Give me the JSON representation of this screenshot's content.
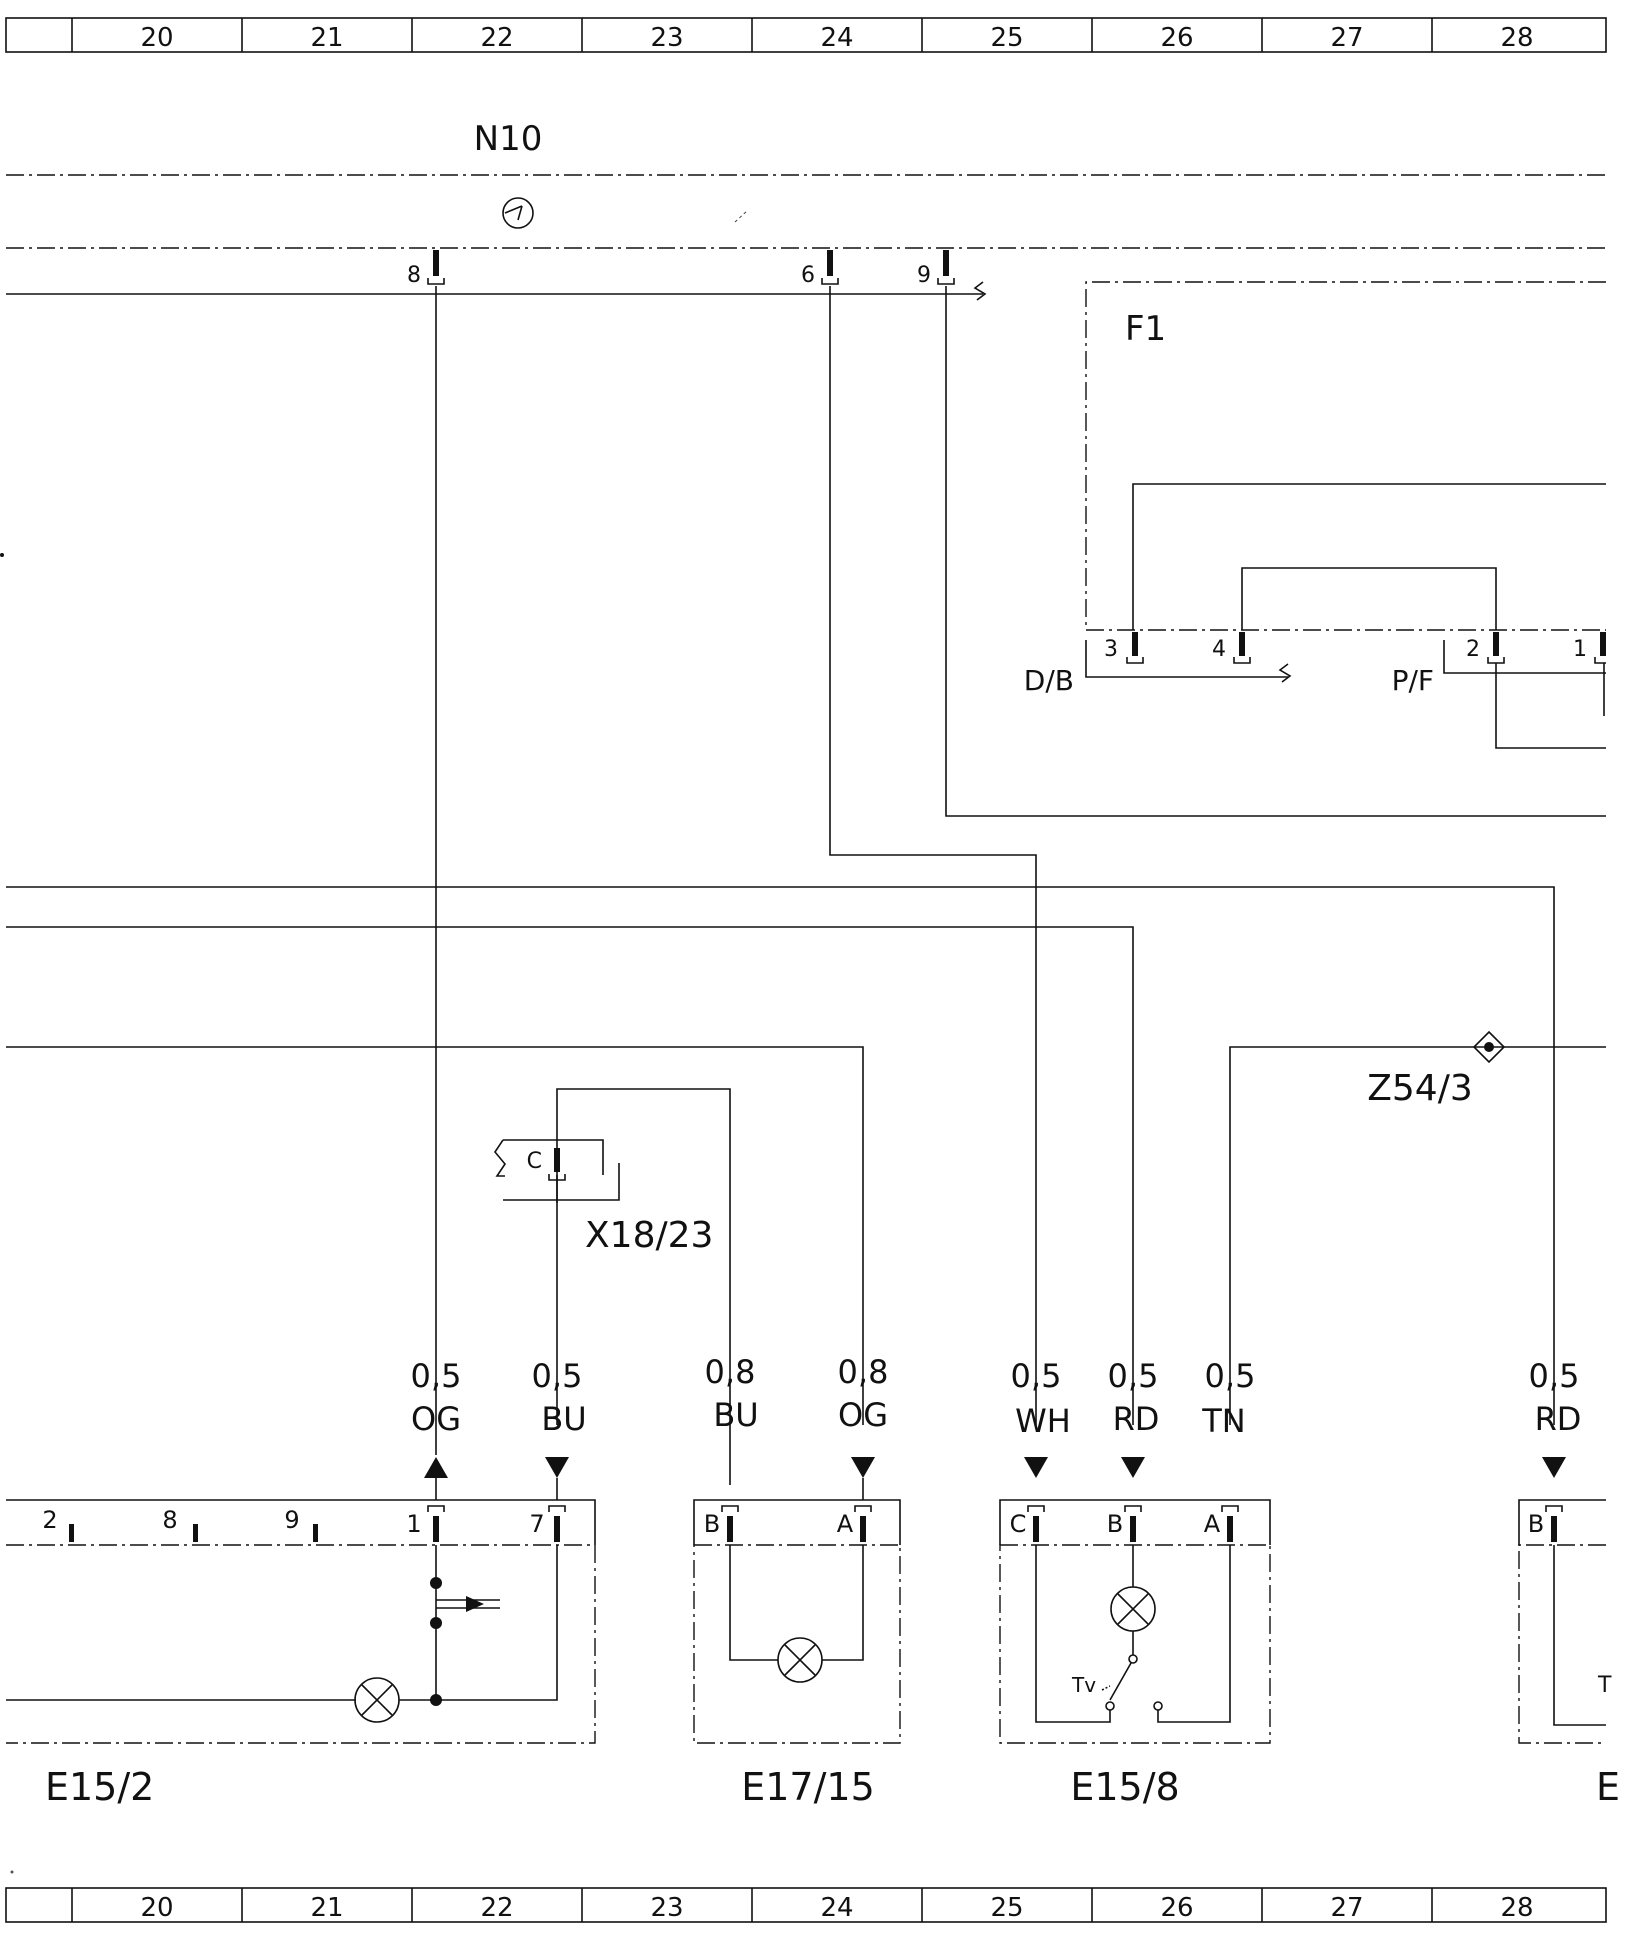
{
  "grid": {
    "top_columns": [
      "20",
      "21",
      "22",
      "23",
      "24",
      "25",
      "26",
      "27",
      "28"
    ],
    "bottom_columns": [
      "20",
      "21",
      "22",
      "23",
      "24",
      "25",
      "26",
      "27",
      "28"
    ]
  },
  "components": {
    "n10": {
      "label": "N10",
      "pins": [
        "8",
        "6",
        "9"
      ]
    },
    "f1": {
      "label": "F1",
      "pins": [
        "3",
        "4",
        "2",
        "1"
      ],
      "group_db": "D/B",
      "group_pf": "P/F"
    },
    "x18_23": {
      "label": "X18/23",
      "pin": "C"
    },
    "z54_3": {
      "label": "Z54/3"
    },
    "e15_2": {
      "label": "E15/2",
      "pins": [
        "2",
        "8",
        "9",
        "1",
        "7"
      ]
    },
    "e17_15": {
      "label": "E17/15",
      "pins": [
        "B",
        "A"
      ]
    },
    "e15_8": {
      "label": "E15/8",
      "pins": [
        "C",
        "B",
        "A"
      ],
      "switch_label": "Tv"
    },
    "e_right": {
      "label": "E",
      "pin": "B",
      "partial_text": "T"
    }
  },
  "wires": [
    {
      "gauge": "0,5",
      "color": "OG"
    },
    {
      "gauge": "0,5",
      "color": "BU"
    },
    {
      "gauge": "0,8",
      "color": "BU"
    },
    {
      "gauge": "0,8",
      "color": "OG"
    },
    {
      "gauge": "0,5",
      "color": "WH"
    },
    {
      "gauge": "0,5",
      "color": "RD"
    },
    {
      "gauge": "0,5",
      "color": "TN"
    },
    {
      "gauge": "0,5",
      "color": "RD"
    }
  ]
}
